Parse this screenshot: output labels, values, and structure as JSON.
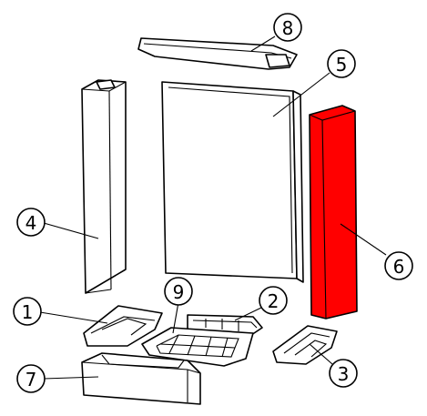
{
  "callouts": [
    {
      "id": "1",
      "label": "1"
    },
    {
      "id": "2",
      "label": "2"
    },
    {
      "id": "3",
      "label": "3"
    },
    {
      "id": "4",
      "label": "4"
    },
    {
      "id": "5",
      "label": "5"
    },
    {
      "id": "6",
      "label": "6"
    },
    {
      "id": "7",
      "label": "7"
    },
    {
      "id": "8",
      "label": "8"
    },
    {
      "id": "9",
      "label": "9"
    }
  ],
  "colors": {
    "highlight": "#ff0000",
    "outline": "#000000",
    "background": "#ffffff"
  },
  "highlighted_part": "6"
}
